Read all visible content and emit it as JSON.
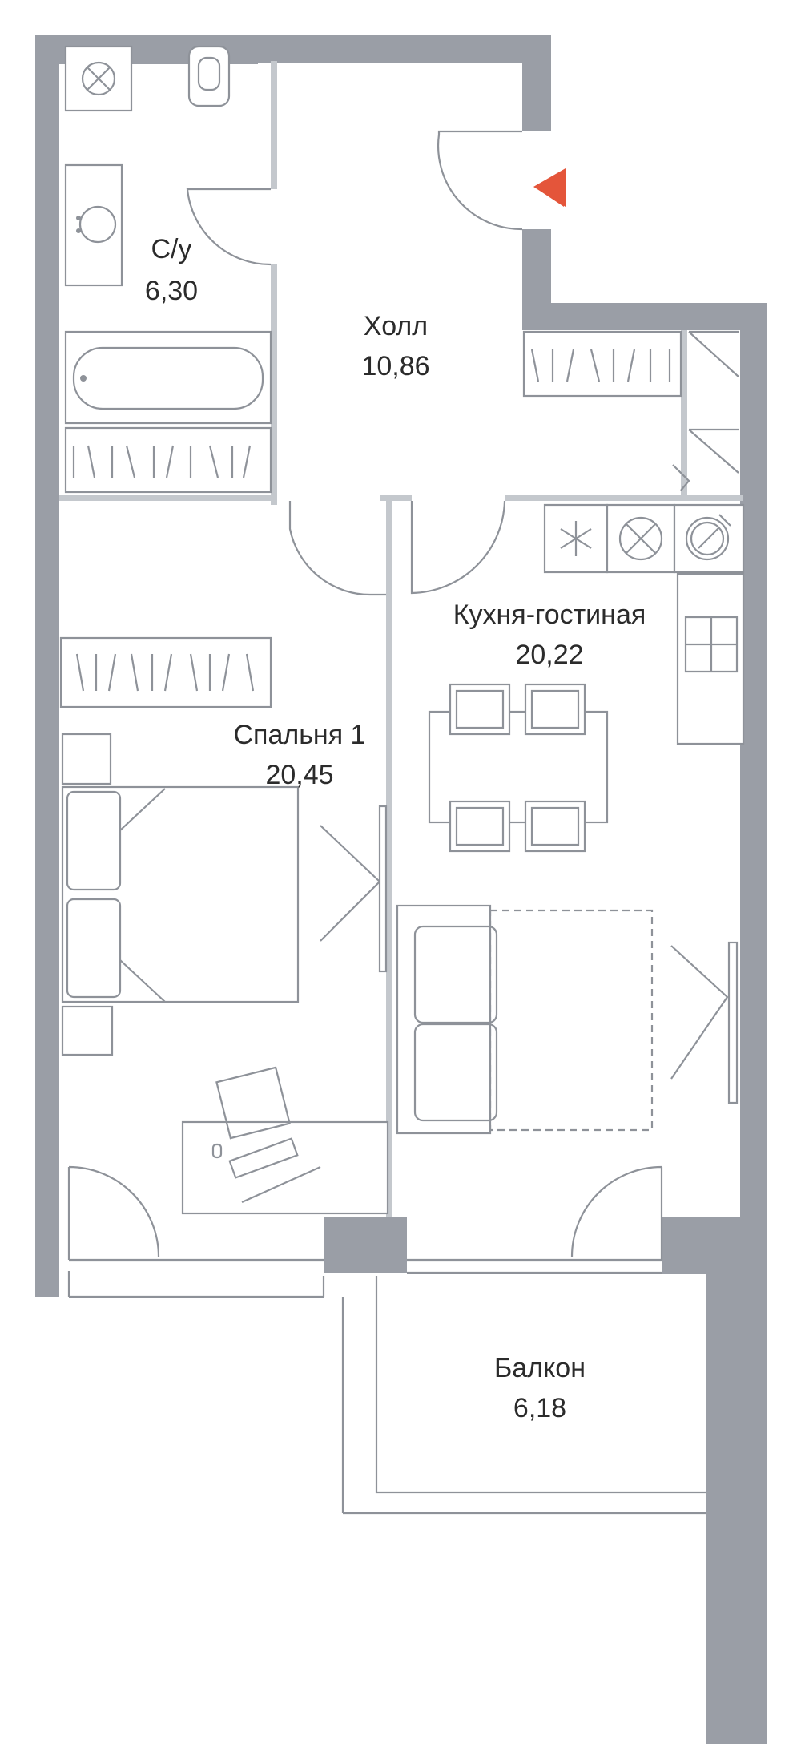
{
  "plan": {
    "accent_color": "#e4553a",
    "wall_color": "#9a9ea6",
    "rooms": [
      {
        "id": "bathroom",
        "name": "С/у",
        "area": "6,30"
      },
      {
        "id": "hall",
        "name": "Холл",
        "area": "10,86"
      },
      {
        "id": "kitchen_living",
        "name": "Кухня-гостиная",
        "area": "20,22"
      },
      {
        "id": "bedroom",
        "name": "Спальня 1",
        "area": "20,45"
      },
      {
        "id": "balcony",
        "name": "Балкон",
        "area": "6,18"
      }
    ],
    "icons": [
      "entrance-arrow-icon",
      "toilet-icon",
      "sink-icon",
      "bathtub-icon",
      "stove-icon",
      "fan-icon",
      "oven-icon"
    ]
  }
}
